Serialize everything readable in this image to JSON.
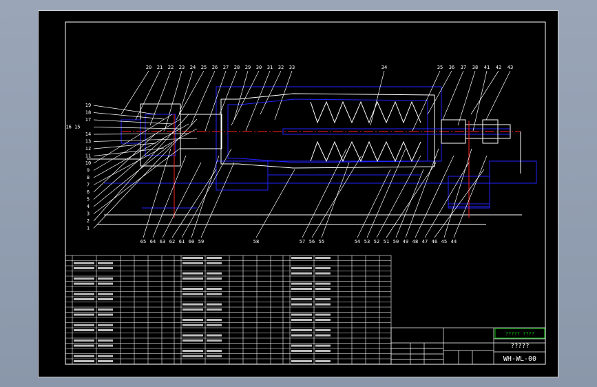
{
  "drawing": {
    "title_box_text": "?????",
    "drawing_number": "WH-WL-00",
    "title_banner": "????? ????"
  },
  "balloons_top": [
    "20",
    "21",
    "22",
    "23",
    "24",
    "25",
    "26",
    "27",
    "28",
    "29",
    "30",
    "31",
    "32",
    "33",
    "34",
    "35",
    "36",
    "37",
    "38",
    "41",
    "42",
    "43"
  ],
  "balloons_left": [
    "19",
    "18",
    "17",
    "16 15",
    "14",
    "13",
    "12",
    "11",
    "10",
    "9",
    "8",
    "7",
    "6",
    "5",
    "4",
    "3",
    "2",
    "1"
  ],
  "balloons_bottom": [
    "65",
    "64",
    "63",
    "62",
    "61",
    "60",
    "59",
    "58",
    "57",
    "56",
    "55",
    "54",
    "53",
    "52",
    "51",
    "50",
    "49",
    "48",
    "47",
    "46",
    "45",
    "44"
  ],
  "colors": {
    "background": "#000000",
    "outline": "#ffffff",
    "housing": "#2222ff",
    "centerline": "#ff2020",
    "annotation": "#ffffff",
    "title_green": "#00c000",
    "screen_gray": "#8d9aae"
  }
}
